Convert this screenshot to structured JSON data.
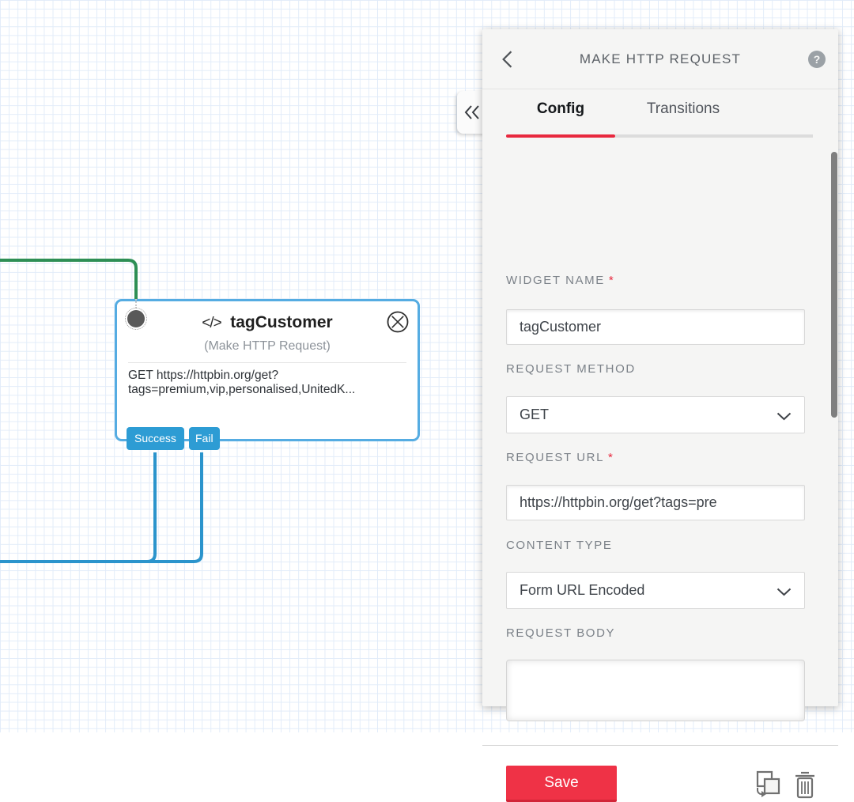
{
  "panel": {
    "title": "MAKE HTTP REQUEST",
    "help_glyph": "?",
    "required_mark": "*",
    "tabs": {
      "config": "Config",
      "transitions": "Transitions"
    },
    "fields": {
      "widget_name": {
        "label": "WIDGET NAME",
        "value": "tagCustomer"
      },
      "request_method": {
        "label": "REQUEST METHOD",
        "value": "GET"
      },
      "request_url": {
        "label": "REQUEST URL",
        "value": "https://httpbin.org/get?tags=pre"
      },
      "content_type": {
        "label": "CONTENT TYPE",
        "value": "Form URL Encoded"
      },
      "request_body": {
        "label": "REQUEST BODY",
        "value": ""
      }
    },
    "save_label": "Save"
  },
  "node": {
    "code_glyph": "</>",
    "title": "tagCustomer",
    "subtitle": "(Make HTTP Request)",
    "body_line1": "GET https://httpbin.org/get?",
    "body_line2": "tags=premium,vip,personalised,UnitedK...",
    "transitions": {
      "success": "Success",
      "fail": "Fail"
    }
  },
  "colors": {
    "accent_red": "#ef3246",
    "tab_underline_red": "#e8283e",
    "node_border_blue": "#55ace2",
    "transition_blue": "#2d9cd4",
    "connector_blue": "#2b94cc",
    "connector_green": "#2e8f55",
    "panel_bg": "#f5f5f4"
  }
}
